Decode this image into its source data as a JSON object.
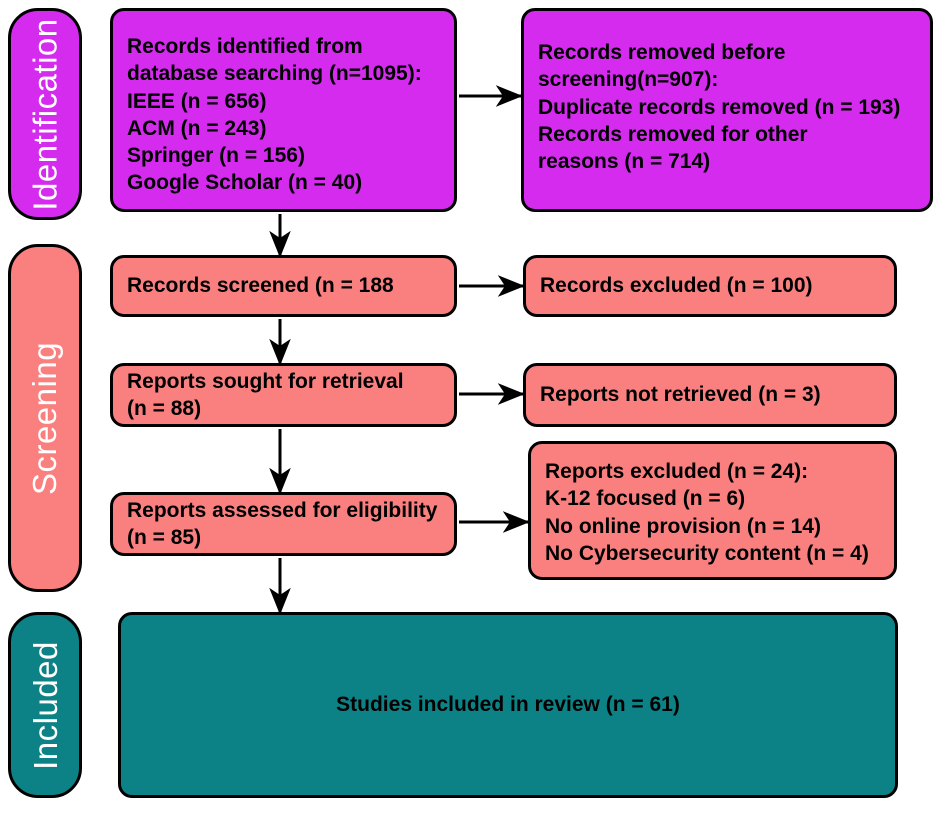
{
  "palette": {
    "identification": "#D42BEE",
    "screening": "#FA8080",
    "included": "#0D8286",
    "border": "#000000",
    "stage_label_text": "#FFFFFF",
    "node_text": "#000000",
    "background": "#FFFFFF"
  },
  "stages": [
    {
      "id": "identification",
      "label": "Identification",
      "color": "#D42BEE"
    },
    {
      "id": "screening",
      "label": "Screening",
      "color": "#FA8080"
    },
    {
      "id": "included",
      "label": "Included",
      "color": "#0D8286"
    }
  ],
  "nodes": {
    "records_identified": {
      "text": "Records identified from\ndatabase searching (n=1095):\nIEEE (n = 656)\nACM (n = 243)\nSpringer (n = 156)\nGoogle Scholar (n = 40)",
      "color": "#D42BEE"
    },
    "records_removed": {
      "text": "Records removed before\nscreening(n=907):\nDuplicate records removed  (n = 193)\nRecords removed for other\nreasons (n = 714)",
      "color": "#D42BEE"
    },
    "records_screened": {
      "text": "Records screened (n = 188",
      "color": "#FA8080"
    },
    "records_excluded": {
      "text": "Records excluded (n = 100)",
      "color": "#FA8080"
    },
    "reports_sought": {
      "text": "Reports sought for retrieval\n(n = 88)",
      "color": "#FA8080"
    },
    "reports_not_retrieved": {
      "text": "Reports not retrieved (n = 3)",
      "color": "#FA8080"
    },
    "reports_assessed": {
      "text": "Reports assessed for eligibility\n(n = 85)",
      "color": "#FA8080"
    },
    "reports_excluded": {
      "text": "Reports excluded (n = 24):\nK-12 focused (n = 6)\nNo online provision (n = 14)\nNo Cybersecurity content (n = 4)",
      "color": "#FA8080"
    },
    "studies_included": {
      "text": "Studies included in review (n = 61)",
      "color": "#0D8286"
    }
  },
  "counts": {
    "identified_total": 1095,
    "ieee": 656,
    "acm": 243,
    "springer": 156,
    "google_scholar": 40,
    "removed_before_screening": 907,
    "duplicates_removed": 193,
    "removed_other_reasons": 714,
    "screened": 188,
    "excluded_at_screening": 100,
    "sought_for_retrieval": 88,
    "not_retrieved": 3,
    "assessed_for_eligibility": 85,
    "reports_excluded_total": 24,
    "k12_focused": 6,
    "no_online_provision": 14,
    "no_cybersecurity_content": 4,
    "studies_included": 61
  }
}
